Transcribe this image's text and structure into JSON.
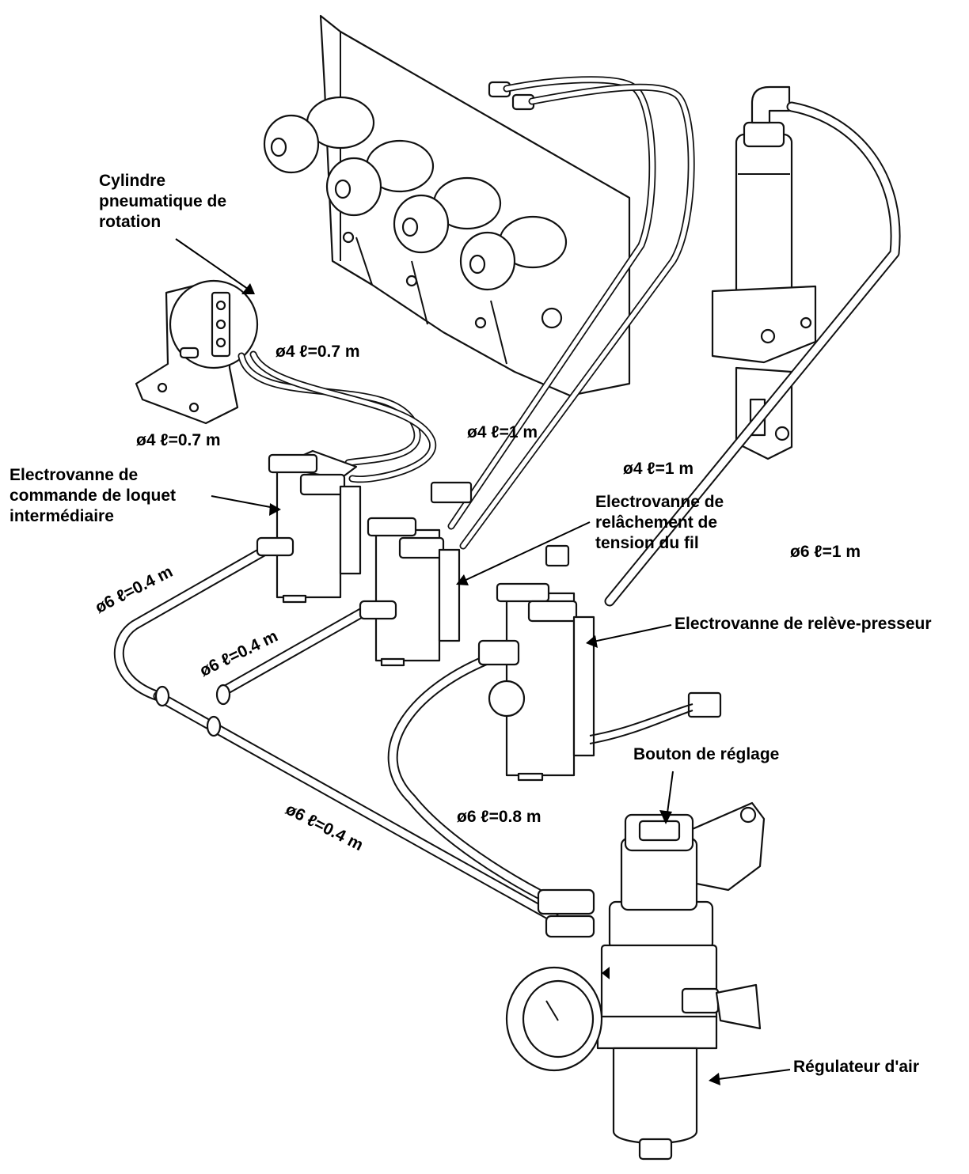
{
  "labels": {
    "rotation_cylinder": [
      "Cylindre",
      "pneumatique de",
      "rotation"
    ],
    "latch_valve": [
      "Electrovanne de",
      "commande de loquet",
      "intermédiaire"
    ],
    "thread_tension_valve": [
      "Electrovanne de",
      "relâchement de",
      "tension du fil"
    ],
    "presser_lift_valve": [
      "Electrovanne de relève-presseur"
    ],
    "adjust_knob": [
      "Bouton de réglage"
    ],
    "air_regulator": [
      "Régulateur d'air"
    ]
  },
  "tube_dimensions": [
    "ø4  ℓ=0.7 m",
    "ø4  ℓ=0.7 m",
    "ø4  ℓ=1 m",
    "ø4  ℓ=1 m",
    "ø6  ℓ=1 m",
    "ø6  ℓ=0.4 m",
    "ø6  ℓ=0.4 m",
    "ø6  ℓ=0.8 m",
    "ø6  ℓ=0.4 m"
  ]
}
